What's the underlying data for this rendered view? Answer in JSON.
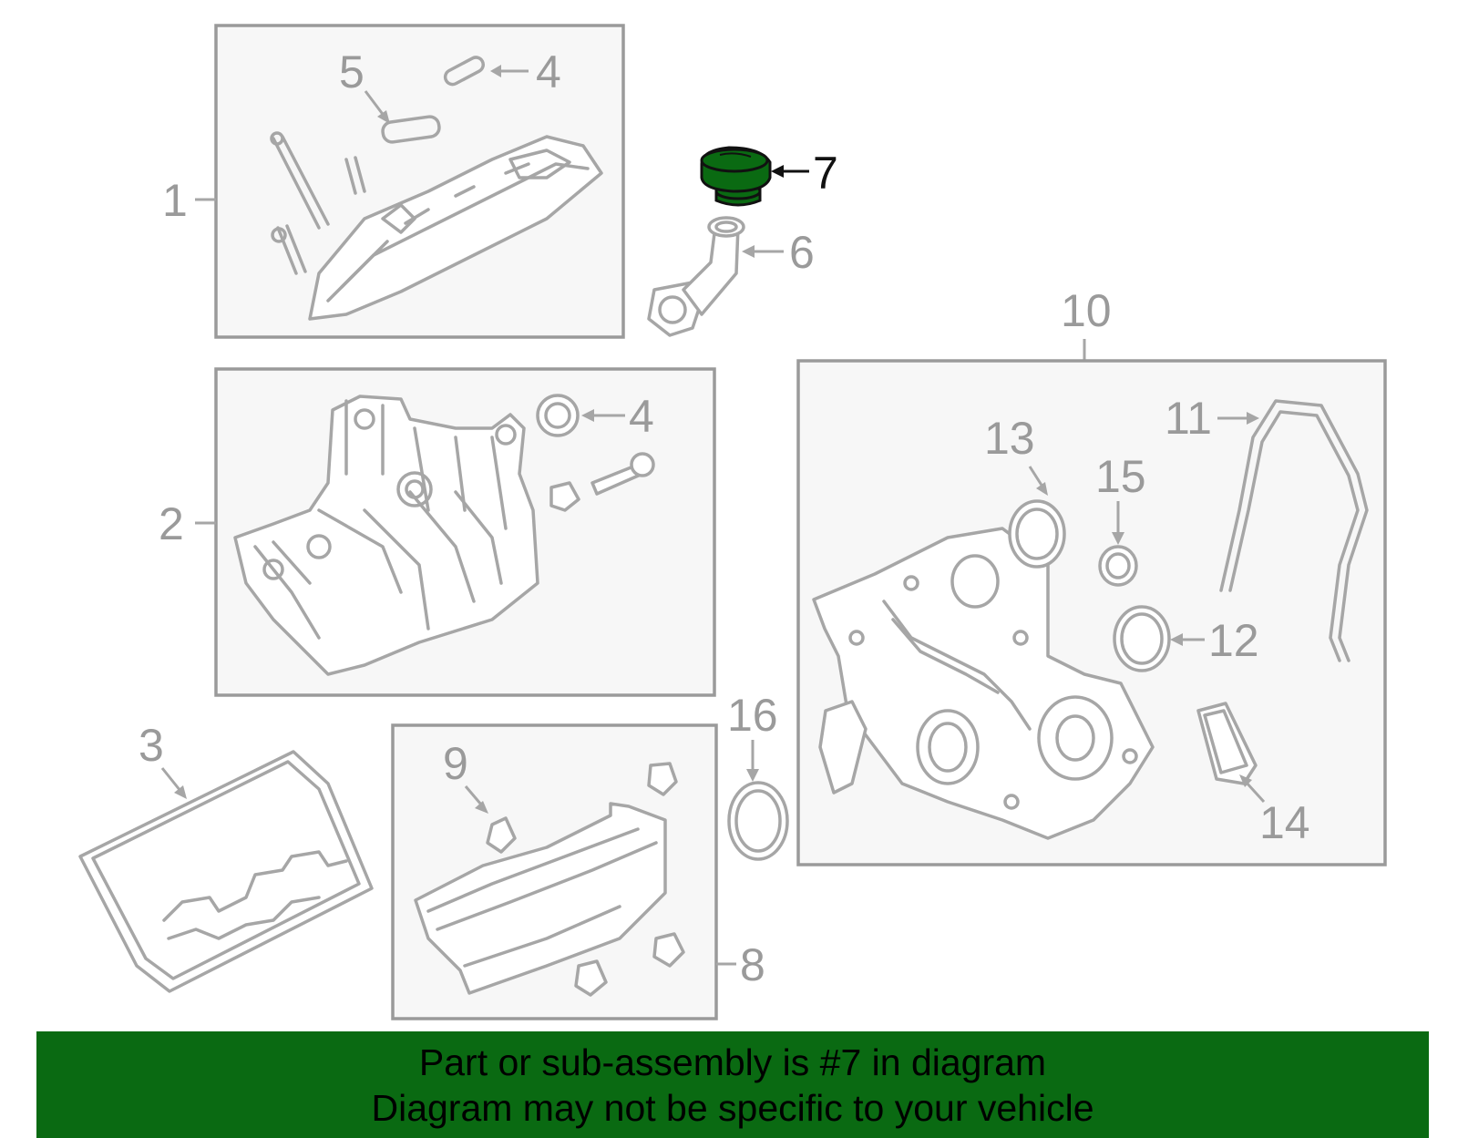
{
  "diagram": {
    "highlighted_part": "7",
    "highlight_color": "#0a6a12",
    "callouts": {
      "c1": "1",
      "c2": "2",
      "c3": "3",
      "c4a": "4",
      "c4b": "4",
      "c5": "5",
      "c6": "6",
      "c7": "7",
      "c8": "8",
      "c9": "9",
      "c10": "10",
      "c11": "11",
      "c12": "12",
      "c13": "13",
      "c14": "14",
      "c15": "15",
      "c16": "16"
    }
  },
  "banner": {
    "line1": "Part or sub-assembly is #7 in diagram",
    "line2": "Diagram may not be specific to your vehicle",
    "background": "#0a6a12"
  }
}
